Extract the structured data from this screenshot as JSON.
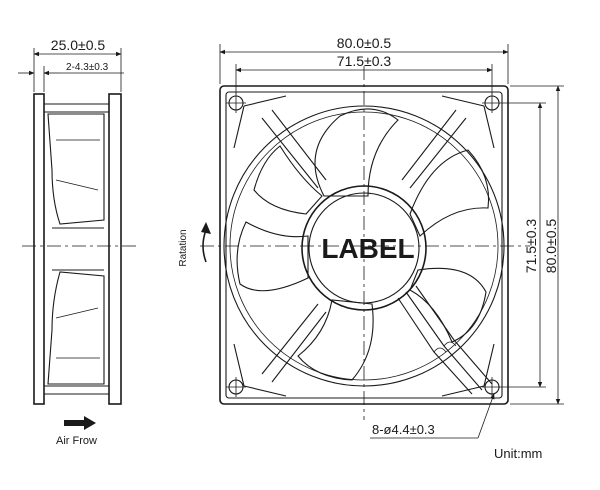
{
  "side_view": {
    "depth_dim": "25.0±0.5",
    "rib_dim": "2-4.3±0.3",
    "airflow_label": "Air Frow"
  },
  "front_view": {
    "width_outer_dim": "80.0±0.5",
    "width_hole_dim": "71.5±0.3",
    "height_hole_dim": "71.5±0.3",
    "height_outer_dim": "80.0±0.5",
    "rotation_label": "Ratation",
    "hub_label": "LABEL",
    "hole_dim": "8-ø4.4±0.3"
  },
  "unit_note": "Unit:mm",
  "colors": {
    "line": "#1a1a1a",
    "background": "#ffffff"
  }
}
